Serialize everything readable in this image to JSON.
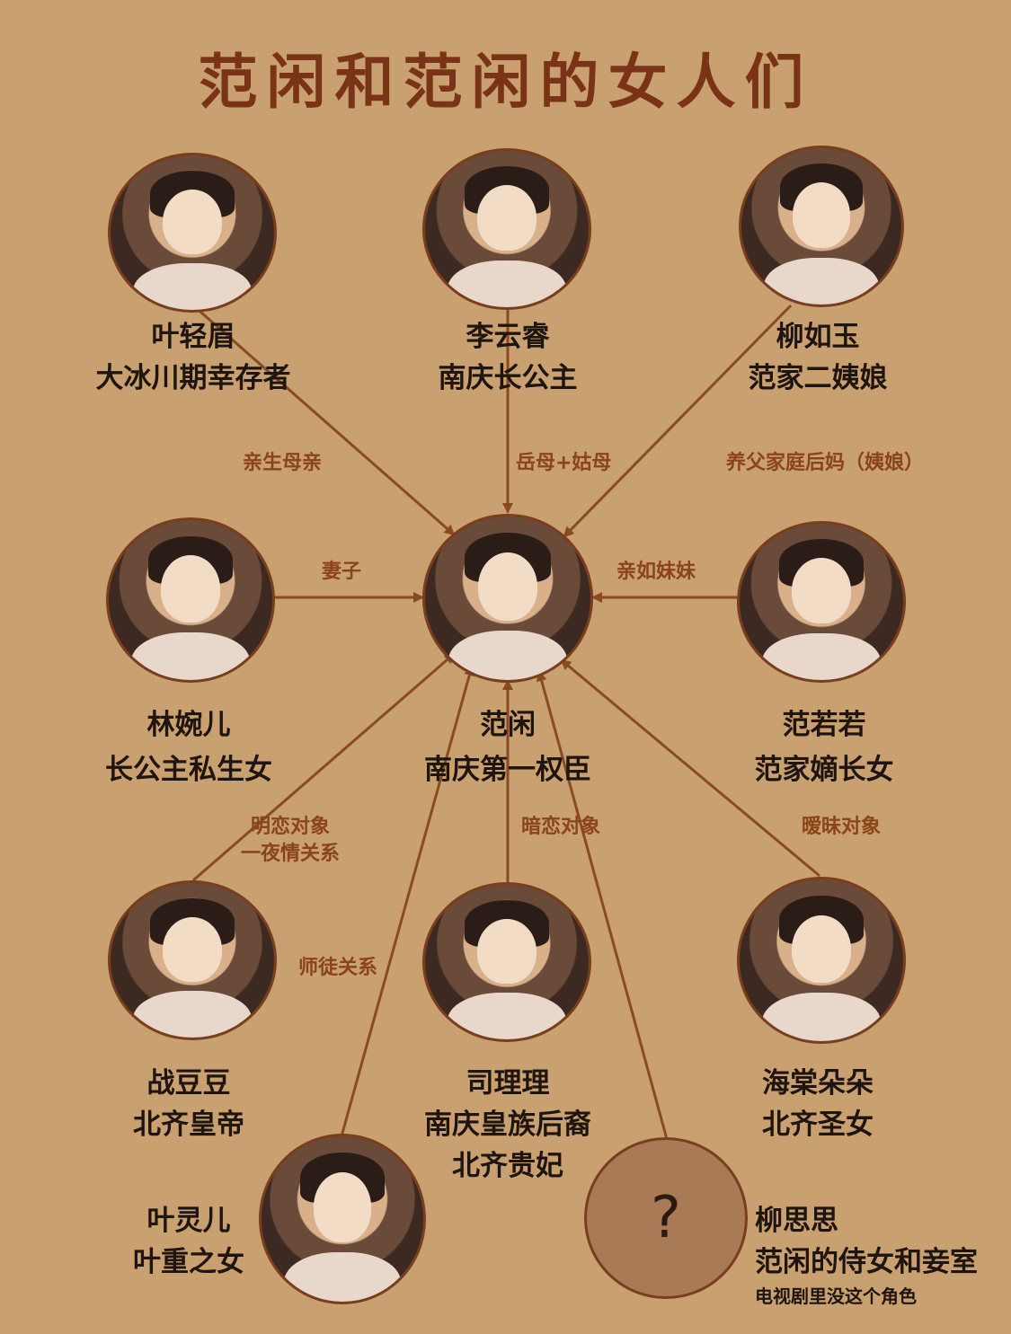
{
  "title": "范闲和范闲的女人们",
  "colors": {
    "background": "#c9a070",
    "line": "#8a4a22",
    "title": "#7a3316",
    "relation": "#8a4418"
  },
  "center": {
    "id": "fanxian",
    "name": "范闲",
    "desc": "南庆第一权臣"
  },
  "people": [
    {
      "id": "yeqingmei",
      "name": "叶轻眉",
      "desc": "大冰川期幸存者",
      "relation": "亲生母亲"
    },
    {
      "id": "liyunrui",
      "name": "李云睿",
      "desc": "南庆长公主",
      "relation": "岳母+姑母"
    },
    {
      "id": "liuruyu",
      "name": "柳如玉",
      "desc": "范家二姨娘",
      "relation": "养父家庭后妈（姨娘）"
    },
    {
      "id": "linwaner",
      "name": "林婉儿",
      "desc": "长公主私生女",
      "relation": "妻子"
    },
    {
      "id": "fanruoruo",
      "name": "范若若",
      "desc": "范家嫡长女",
      "relation": "亲如妹妹"
    },
    {
      "id": "zhandoudou",
      "name": "战豆豆",
      "desc": "北齐皇帝",
      "relation": "明恋对象",
      "relation2": "一夜情关系"
    },
    {
      "id": "sili",
      "name": "司理理",
      "desc": "南庆皇族后裔",
      "desc2": "北齐贵妃",
      "relation": "暗恋对象"
    },
    {
      "id": "haitang",
      "name": "海棠朵朵",
      "desc": "北齐圣女",
      "relation": "暧昧对象"
    },
    {
      "id": "yelinger",
      "name": "叶灵儿",
      "desc": "叶重之女",
      "relation": "师徒关系"
    },
    {
      "id": "liusisi",
      "name": "柳思思",
      "desc": "范闲的侍女和妾室",
      "note": "电视剧里没这个角色",
      "symbol": "?"
    }
  ]
}
